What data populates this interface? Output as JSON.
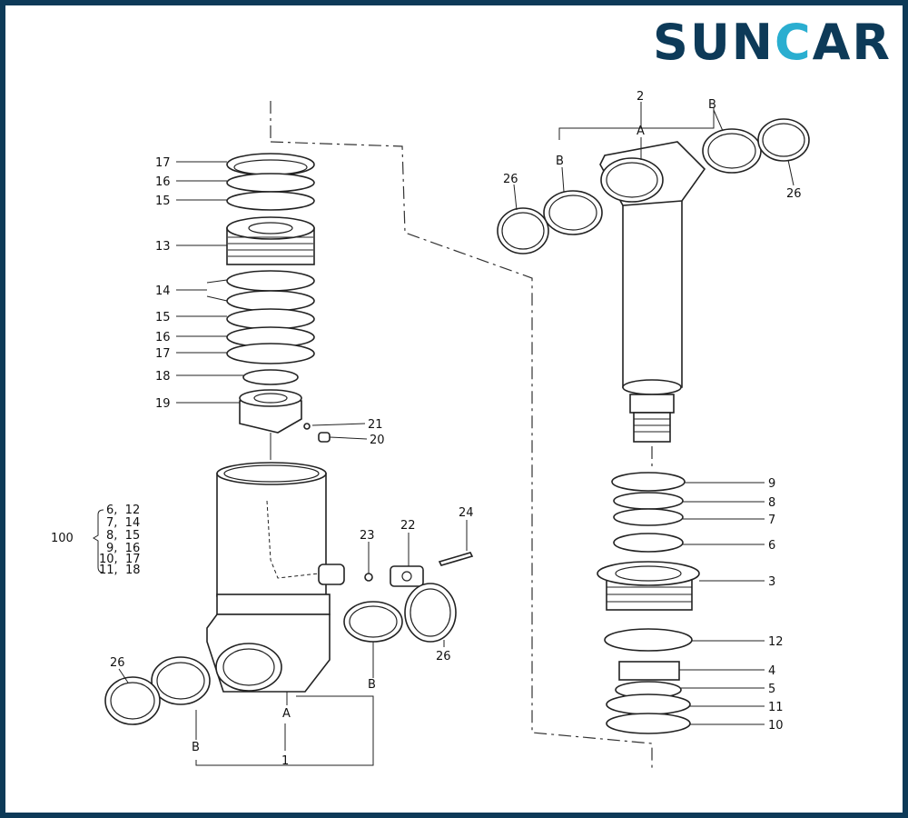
{
  "logo": {
    "part1": "SUN",
    "part2": "C",
    "part3": "AR",
    "colors": {
      "navy": "#0d3a58",
      "cyan": "#2aaed0"
    }
  },
  "kit": {
    "number": "100",
    "rows": [
      "6,  12",
      "7,  14",
      "8,  15",
      "9,  16",
      "10,  17",
      "11,  18"
    ]
  },
  "callouts": {
    "left": [
      "17",
      "16",
      "15",
      "13",
      "14",
      "15",
      "16",
      "17",
      "18",
      "19",
      "21",
      "20",
      "23",
      "22",
      "24",
      "26",
      "B",
      "A",
      "1",
      "B",
      "26"
    ],
    "right": [
      "2",
      "A",
      "B",
      "B",
      "26",
      "26",
      "9",
      "8",
      "7",
      "6",
      "3",
      "12",
      "4",
      "5",
      "11",
      "10"
    ]
  }
}
